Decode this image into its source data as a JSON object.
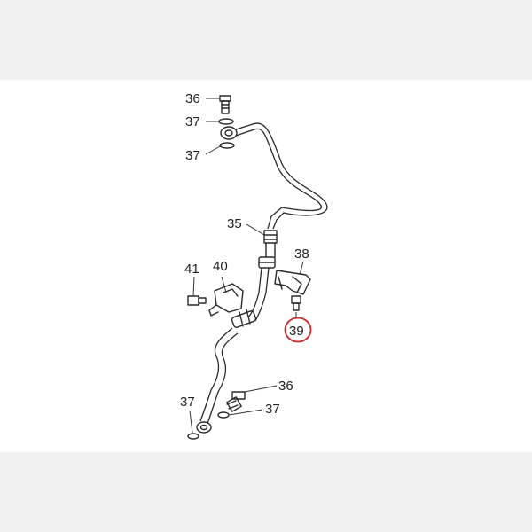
{
  "diagram": {
    "callouts": [
      {
        "id": "c36-top",
        "label": "36"
      },
      {
        "id": "c37-a",
        "label": "37"
      },
      {
        "id": "c37-b",
        "label": "37"
      },
      {
        "id": "c35",
        "label": "35"
      },
      {
        "id": "c38",
        "label": "38"
      },
      {
        "id": "c41",
        "label": "41"
      },
      {
        "id": "c40",
        "label": "40"
      },
      {
        "id": "c39",
        "label": "39"
      },
      {
        "id": "c36-bottom",
        "label": "36"
      },
      {
        "id": "c37-c",
        "label": "37"
      },
      {
        "id": "c37-d",
        "label": "37"
      }
    ],
    "highlighted": "39",
    "highlight_color": "#c62828",
    "line_color": "#2a2a2a",
    "background_color": "#f1f1f1",
    "panel_color": "#ffffff"
  }
}
